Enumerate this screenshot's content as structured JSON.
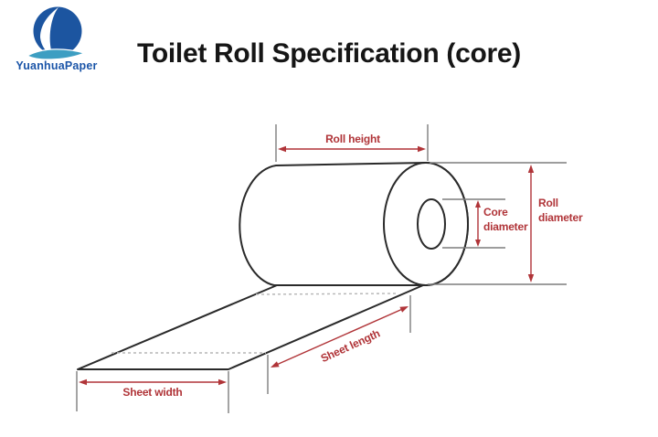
{
  "logo": {
    "company_name": "YuanhuaPaper"
  },
  "header": {
    "title": "Toilet Roll Specification (core)"
  },
  "diagram": {
    "dimension_labels": {
      "roll_height": "Roll height",
      "roll_diameter": [
        "Roll",
        "diameter"
      ],
      "core_diameter": [
        "Core",
        "diameter"
      ],
      "sheet_length": "Sheet length",
      "sheet_width": "Sheet width"
    },
    "colors": {
      "dimension_red": "#b03438",
      "diagram_outline": "#2a2a2a",
      "extension_gray": "#7d7d7d",
      "perforation_gray": "#b5b5b5",
      "logo_blue": "#1c55a0",
      "logo_wave_teal": "#3d9ec2",
      "logo_text_blue": "#1b55a8",
      "title_black": "#161616"
    }
  }
}
